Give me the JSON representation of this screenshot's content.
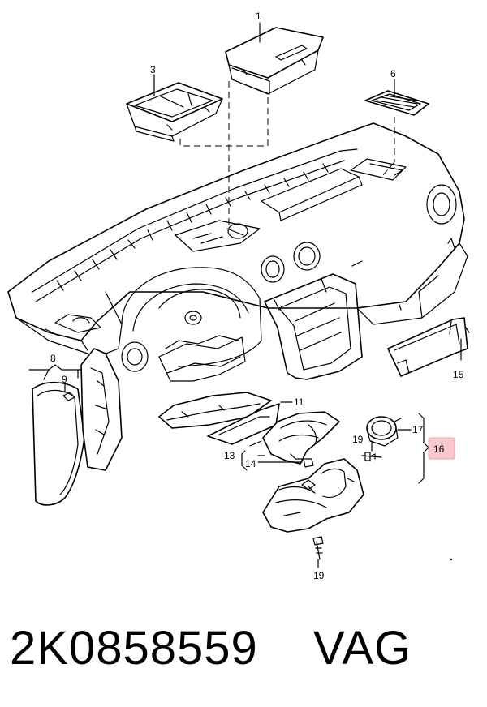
{
  "callouts": {
    "c1": "1",
    "c3": "3",
    "c6": "6",
    "c8": "8",
    "c9": "9",
    "c11": "11",
    "c13": "13",
    "c14": "14",
    "c15": "15",
    "c16": "16",
    "c17": "17",
    "c19a": "19",
    "c19b": "19"
  },
  "highlight_color": "#f7c8cc",
  "footer": {
    "part_number": "2K0858559",
    "brand": "VAG"
  }
}
